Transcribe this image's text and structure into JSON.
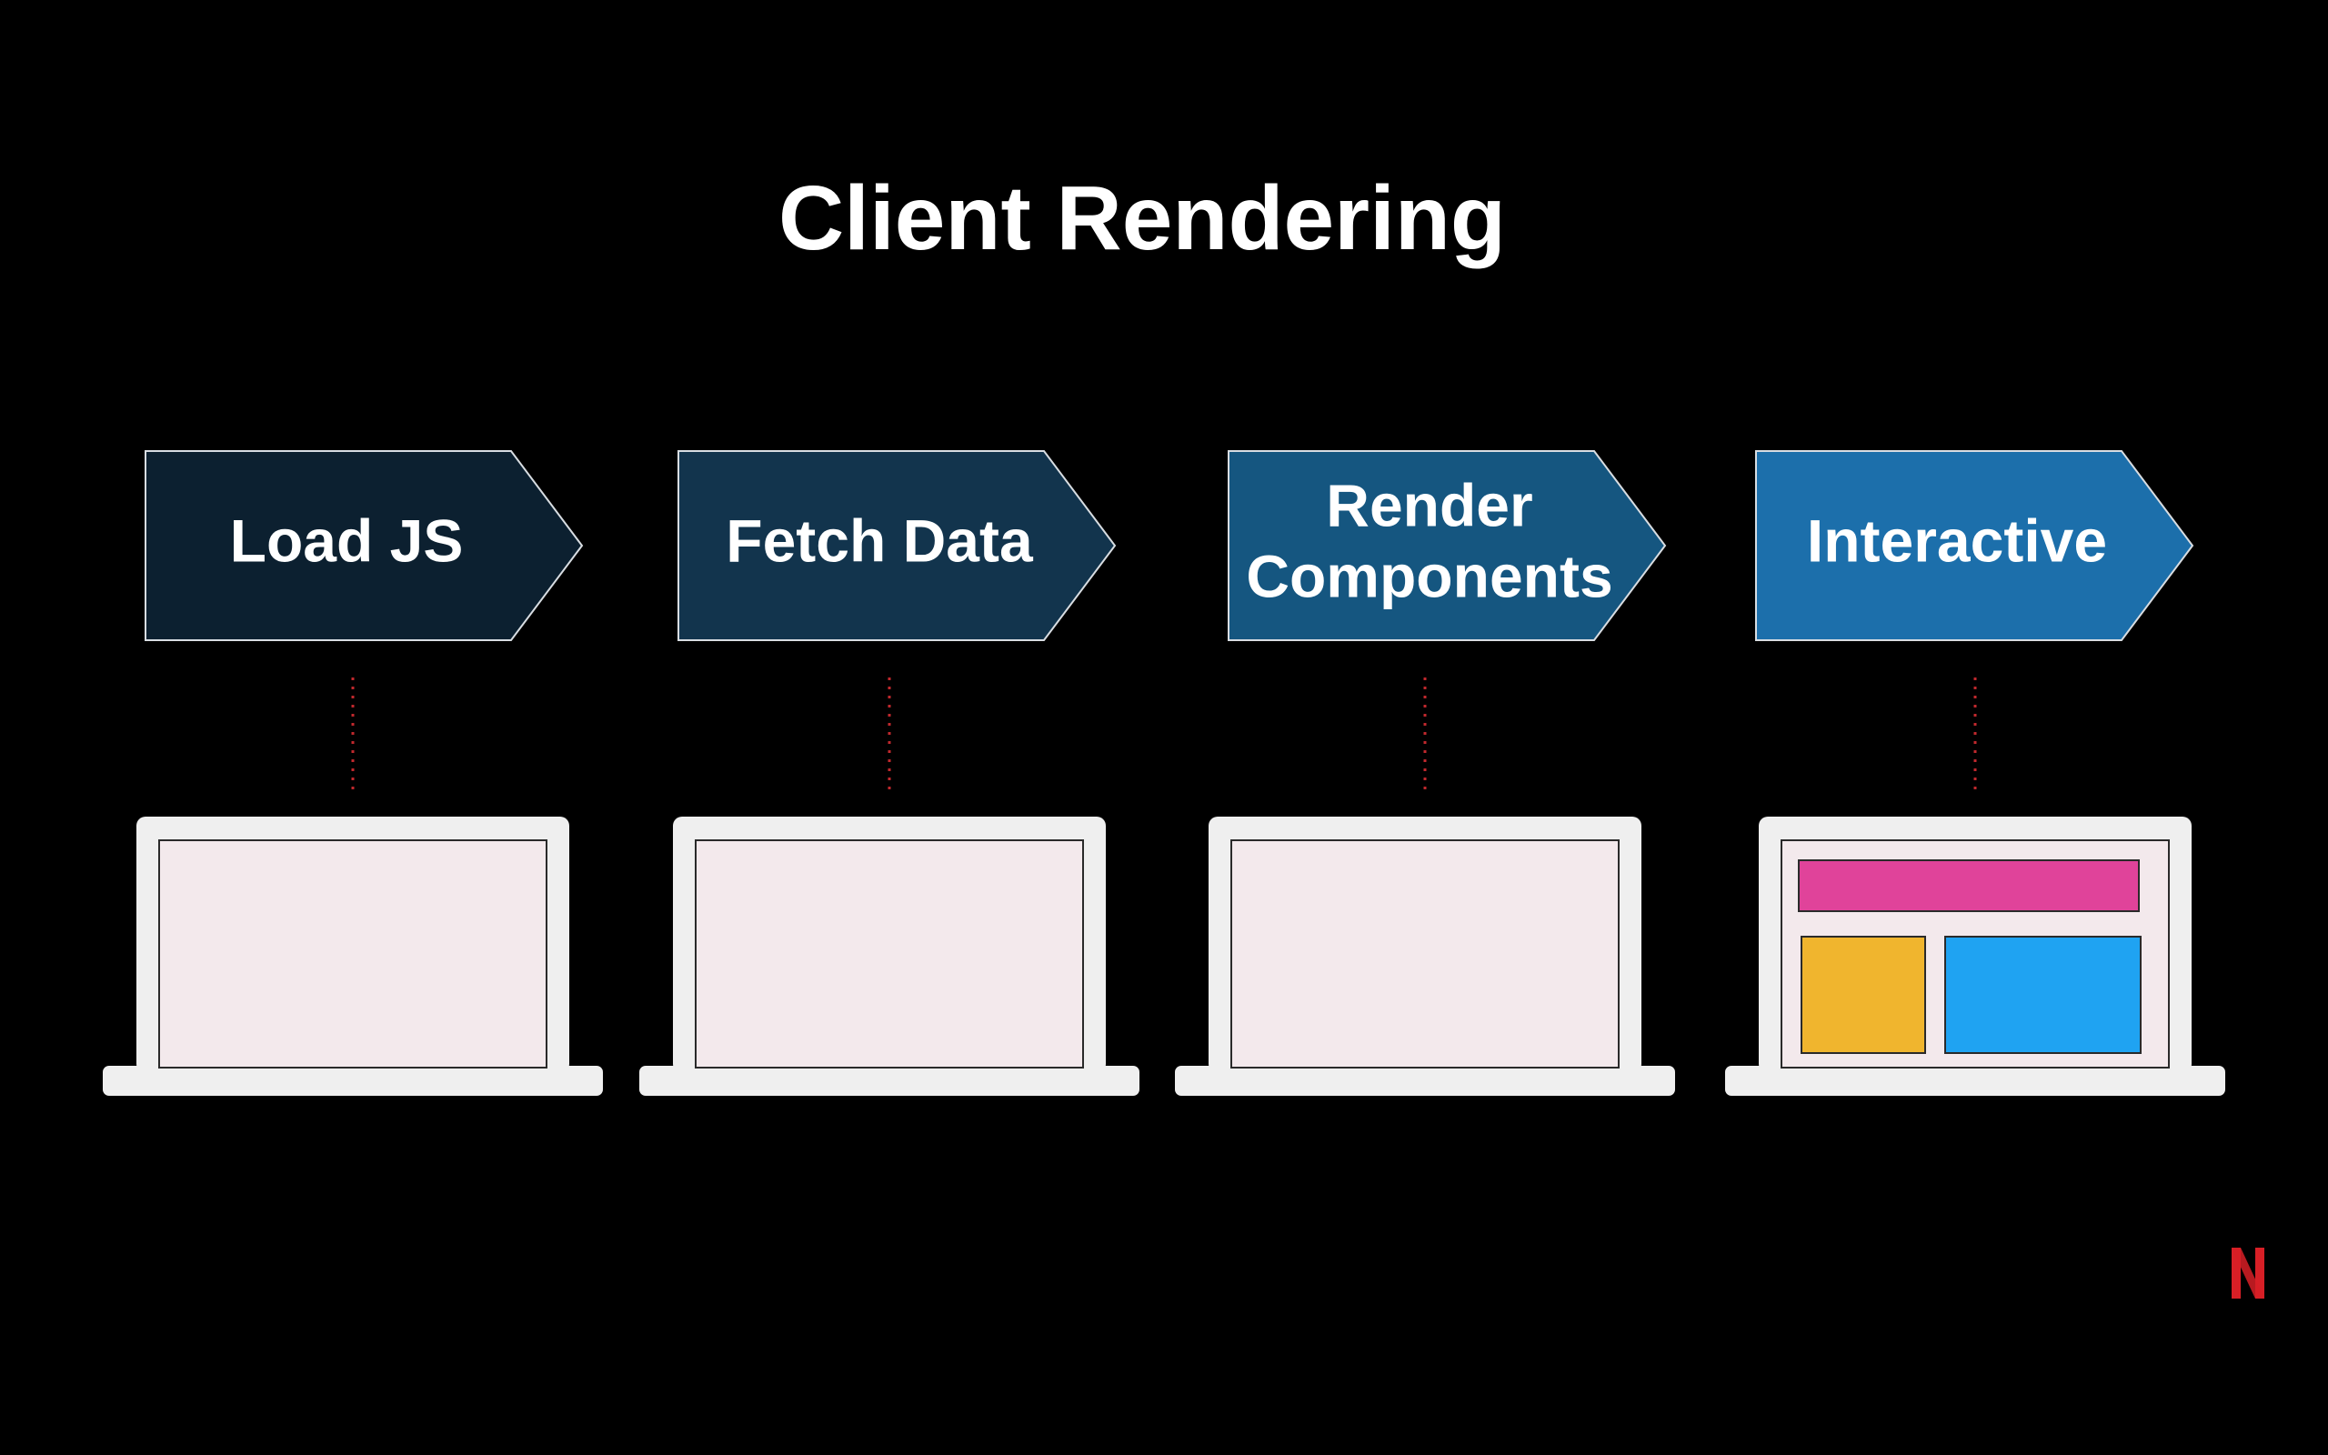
{
  "title": "Client Rendering",
  "steps": [
    {
      "label_lines": [
        "Load JS"
      ],
      "color": "#0c2030"
    },
    {
      "label_lines": [
        "Fetch Data"
      ],
      "color": "#12344d"
    },
    {
      "label_lines": [
        "Render",
        "Components"
      ],
      "color": "#155680"
    },
    {
      "label_lines": [
        "Interactive"
      ],
      "color": "#1c6fab"
    }
  ],
  "connector_color": "#c0282d",
  "laptop": {
    "body_color": "#efefef",
    "screen_color": "#f3e9ec"
  },
  "interactive_screen_blocks": [
    {
      "name": "header-block",
      "color": "#e0439a"
    },
    {
      "name": "sidebar-block",
      "color": "#f0b52e"
    },
    {
      "name": "content-block",
      "color": "#1fa3f2"
    }
  ],
  "brand_color": "#d81f26",
  "logo_icon": "netflix-n-icon"
}
